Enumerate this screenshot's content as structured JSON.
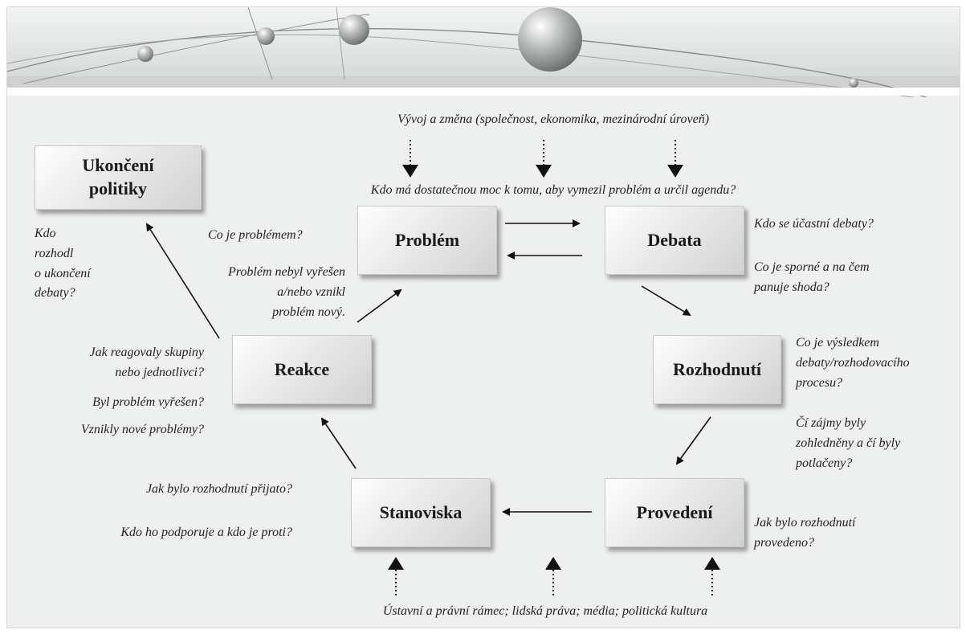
{
  "boxes": {
    "ukonceni": "Ukončení\npolitiky",
    "problem": "Problém",
    "debata": "Debata",
    "rozhodnuti": "Rozhodnutí",
    "provedeni": "Provedení",
    "stanoviska": "Stanoviska",
    "reakce": "Reakce"
  },
  "top_context": "Vývoj a změna (společnost, ekonomika, mezinárodní úroveň)",
  "agenda_question": "Kdo má dostatečnou moc k tomu, aby vymezil problém a určil agendu?",
  "bottom_context": "Ústavní a právní rámec; lidská práva; média; politická kultura",
  "questions": {
    "ukonceni": "Kdo\nrozhodl\no ukončení\ndebaty?",
    "problem": "Co je problémem?",
    "reakce_to_problem": "Problém nebyl vyřešen\na/nebo vznikl\nproblém nový.",
    "debata_1": "Kdo se účastní debaty?",
    "debata_2": "Co je sporné a na čem\npanuje shoda?",
    "rozhodnuti_1": "Co je výsledkem\ndebaty/rozhodovacího\nprocesu?",
    "rozhodnuti_2": "Čí zájmy byly\nzohledněny a čí byly\npotlačeny?",
    "reakce_1": "Jak reagovaly skupiny\nnebo jednotlivci?",
    "reakce_2": "Byl problém vyřešen?",
    "reakce_3": "Vznikly nové problémy?",
    "stanoviska_1": "Jak bylo rozhodnutí přijato?",
    "stanoviska_2": "Kdo ho podporuje a kdo je proti?",
    "provedeni": "Jak bylo rozhodnutí\nprovedeno?"
  }
}
